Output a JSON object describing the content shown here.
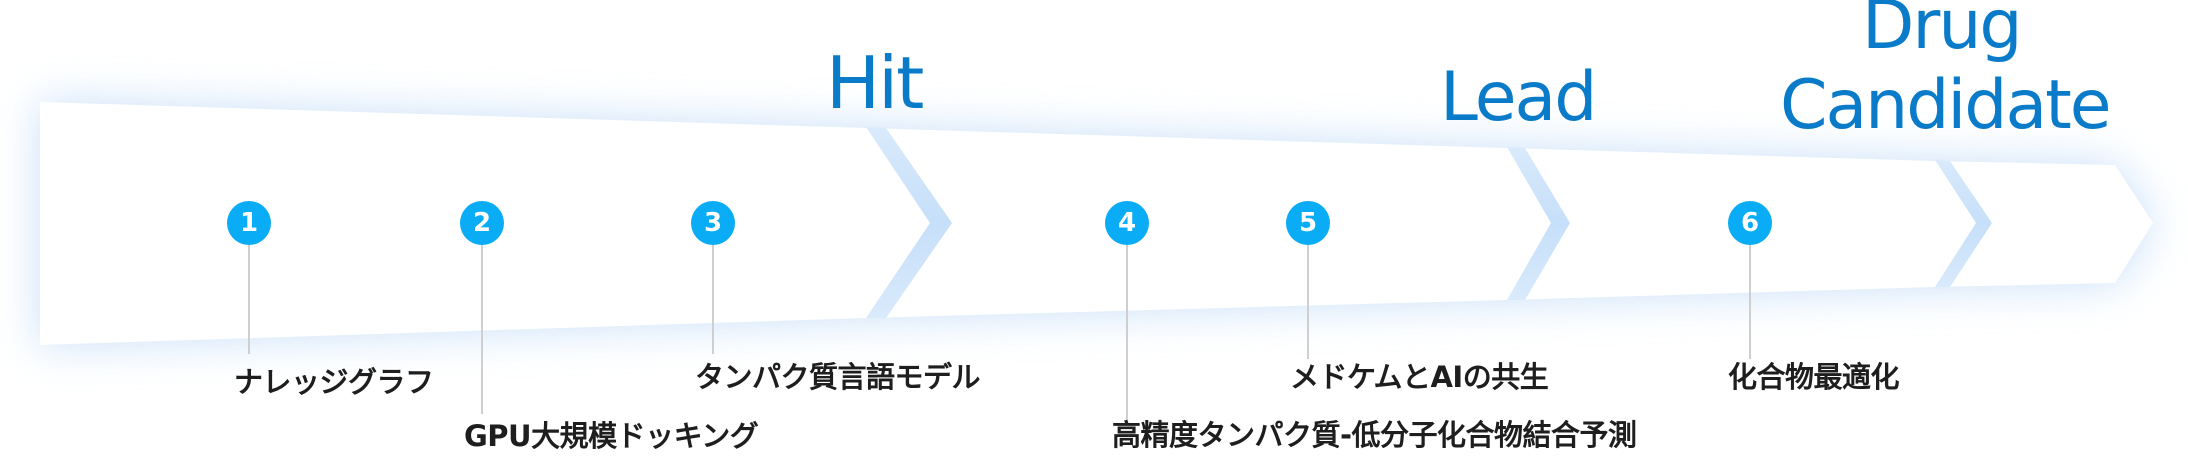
{
  "colors": {
    "stage_label": "#0A7BC9",
    "badge": "#0AADF5",
    "badge_text": "#FFFFFF",
    "chevron_band": "#CCE3FA",
    "glow": "#CFE4FB",
    "leader_line": "#CFCFCF",
    "step_text": "#1E1E1E"
  },
  "stages": [
    {
      "label": "Hit"
    },
    {
      "label": "Lead"
    },
    {
      "label_line1": "Drug",
      "label_line2": "Candidate"
    }
  ],
  "steps": [
    {
      "number": "1",
      "label": "ナレッジグラフ"
    },
    {
      "number": "2",
      "label": "GPU大規模ドッキング"
    },
    {
      "number": "3",
      "label": "タンパク質言語モデル"
    },
    {
      "number": "4",
      "label": "高精度タンパク質-低分子化合物結合予測"
    },
    {
      "number": "5",
      "label": "メドケムとAIの共生"
    },
    {
      "number": "6",
      "label": "化合物最適化"
    }
  ]
}
